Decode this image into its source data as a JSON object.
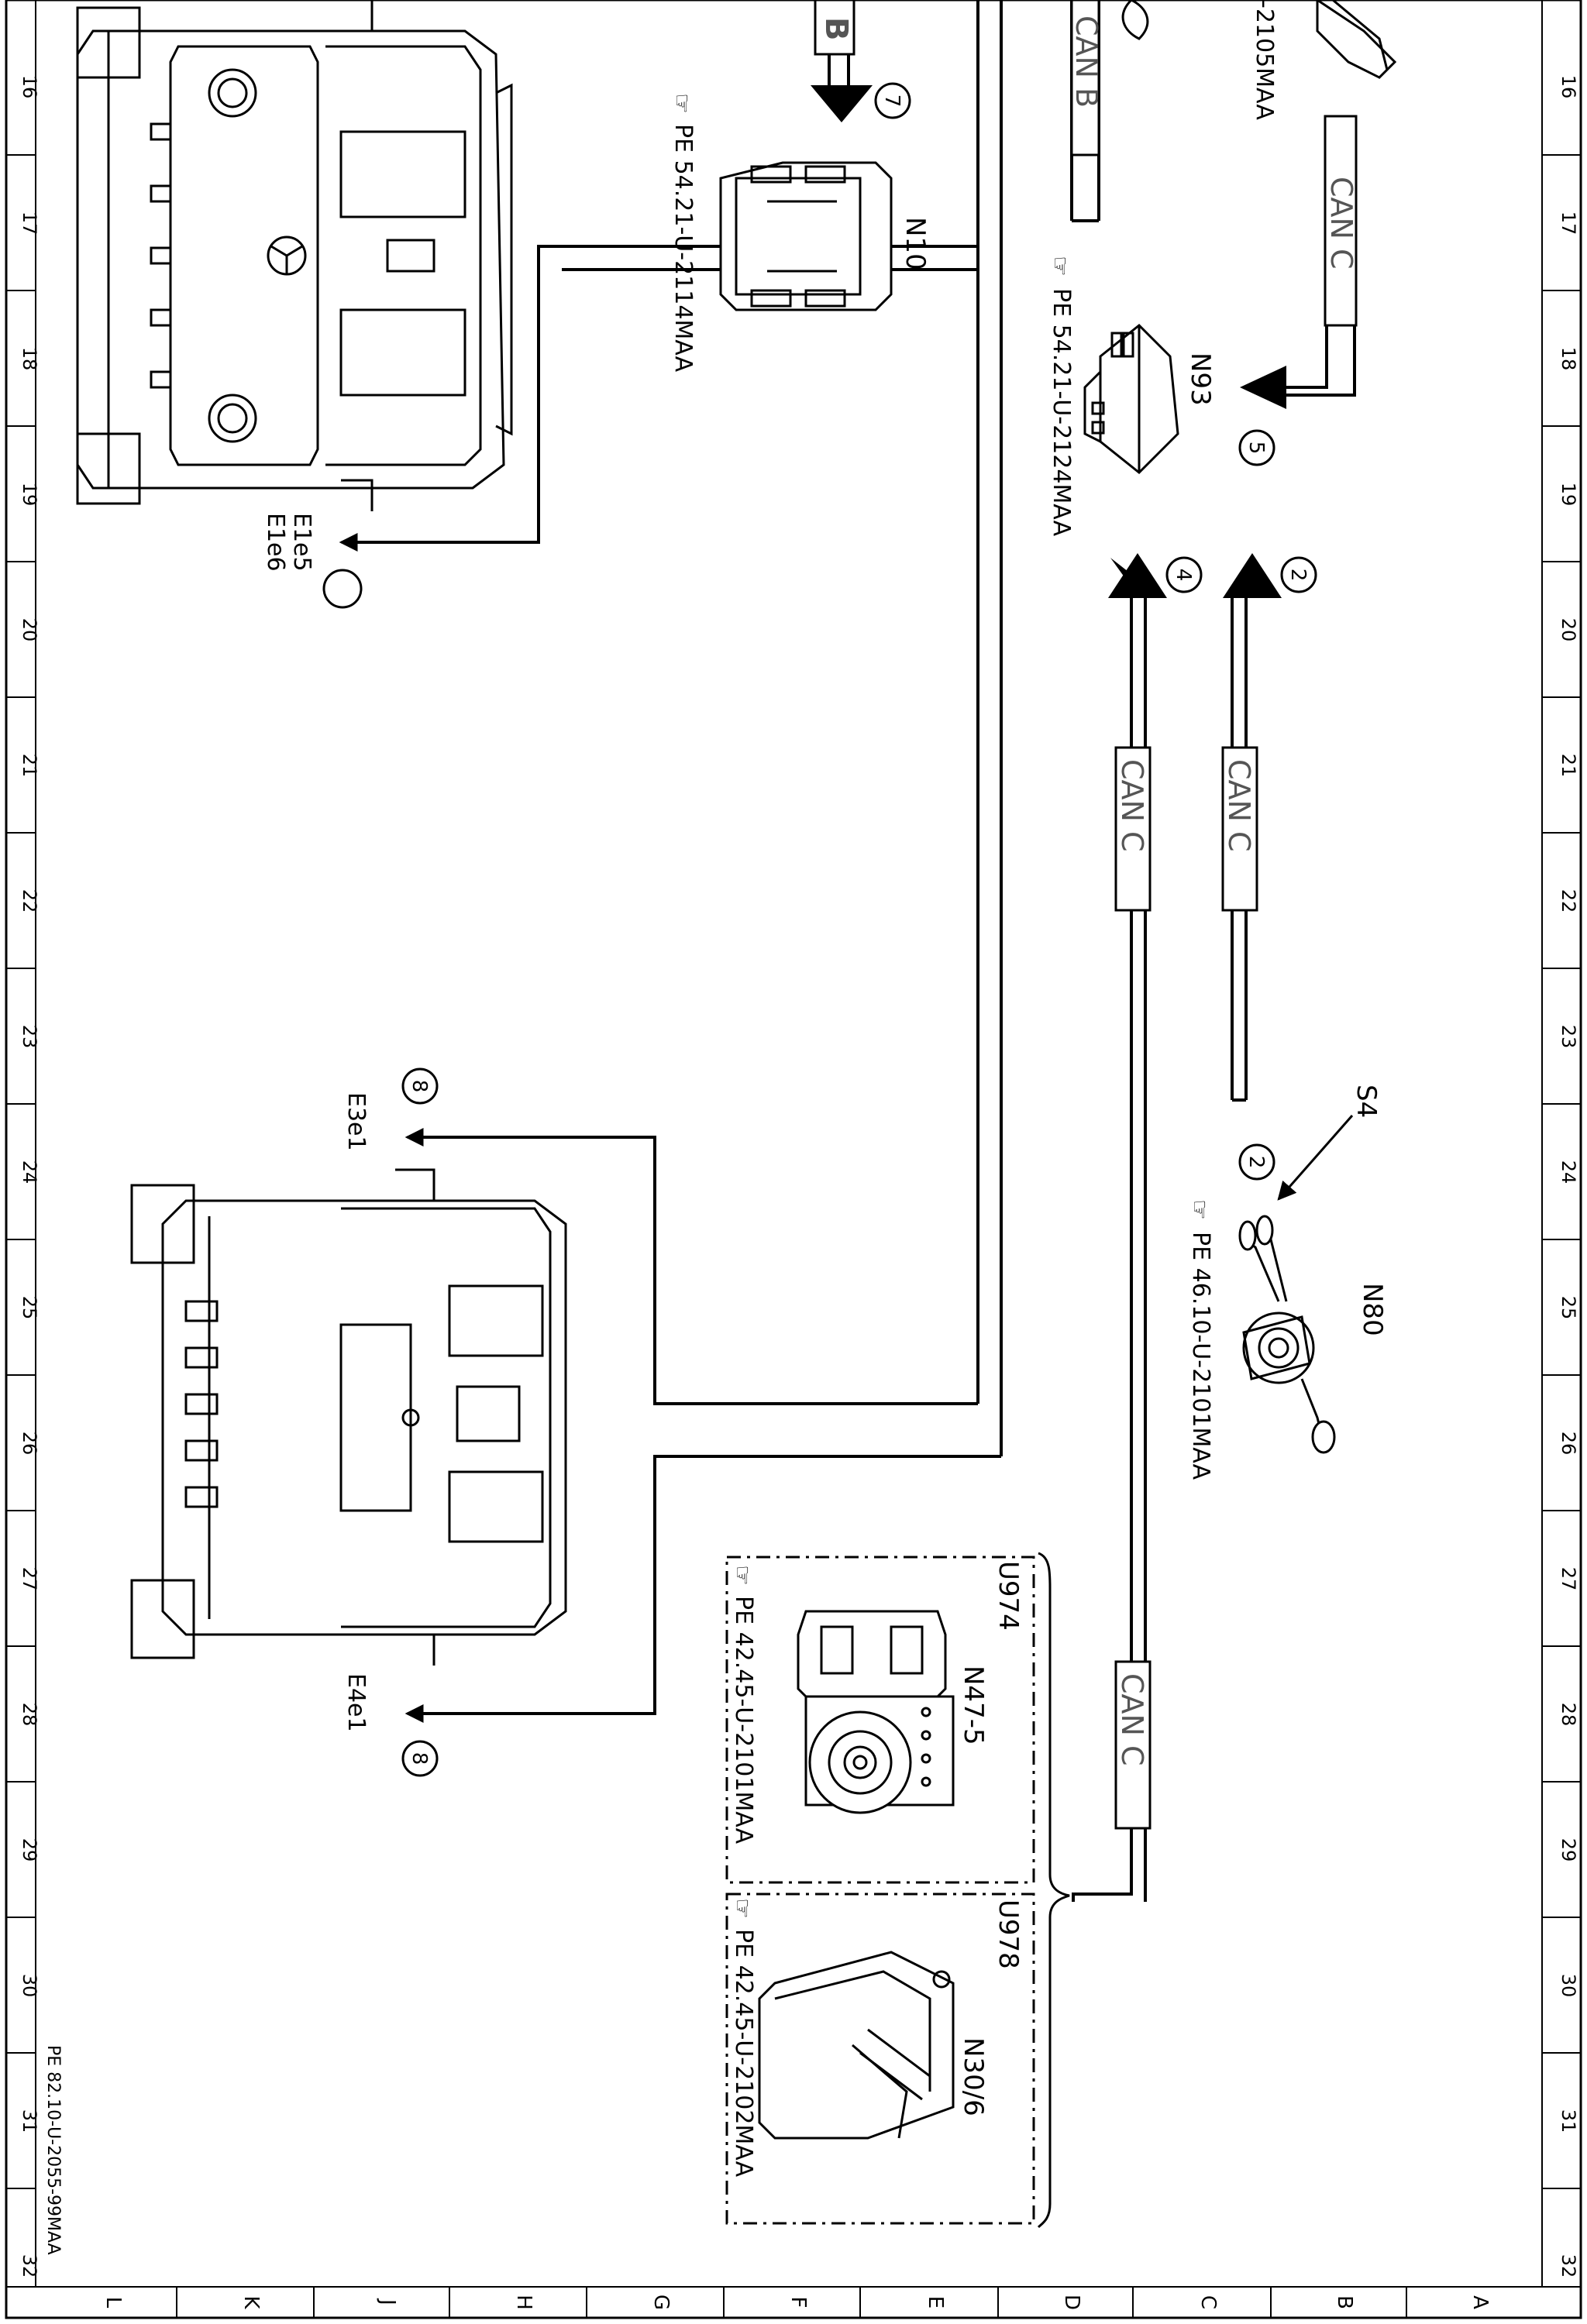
{
  "border": {
    "row_numbers": [
      "16",
      "17",
      "18",
      "19",
      "20",
      "21",
      "22",
      "23",
      "24",
      "25",
      "26",
      "27",
      "28",
      "29",
      "30",
      "31",
      "32"
    ],
    "col_letters": [
      "L",
      "K",
      "J",
      "H",
      "G",
      "F",
      "E",
      "D",
      "C",
      "B",
      "A"
    ],
    "doc_ref": "PE 82.10-U-2055-99MAA"
  },
  "modules": {
    "n10": {
      "label": "N10",
      "ref": "PE 54.21-U-2114MAA"
    },
    "n93": {
      "label": "N93",
      "ref": "PE 54.21-U-2124MAA"
    },
    "n80": {
      "label": "N80",
      "ref": "PE 46.10-U-2101MAA"
    },
    "s4": {
      "label": "S4"
    },
    "n47": {
      "label": "N47-5",
      "ref": "PE 42.45-U-2101MAA",
      "group": "U974"
    },
    "n30": {
      "label": "N30/6",
      "ref": "PE 42.45-U-2102MAA",
      "group": "U978"
    },
    "top_partial_ref": "-2105MAA"
  },
  "lamps": {
    "e1e5": "E1e5",
    "e1e6": "E1e6",
    "e3e1": "E3e1",
    "e4e1": "E4e1"
  },
  "bus": {
    "can_b": "CAN B",
    "can_c": "CAN C",
    "b_partial": "B"
  },
  "callouts": {
    "c7": "7",
    "c5": "5",
    "c4": "4",
    "c2": "2",
    "c2b": "2",
    "c8a": "8",
    "c8b": "8",
    "c_empty": ""
  }
}
